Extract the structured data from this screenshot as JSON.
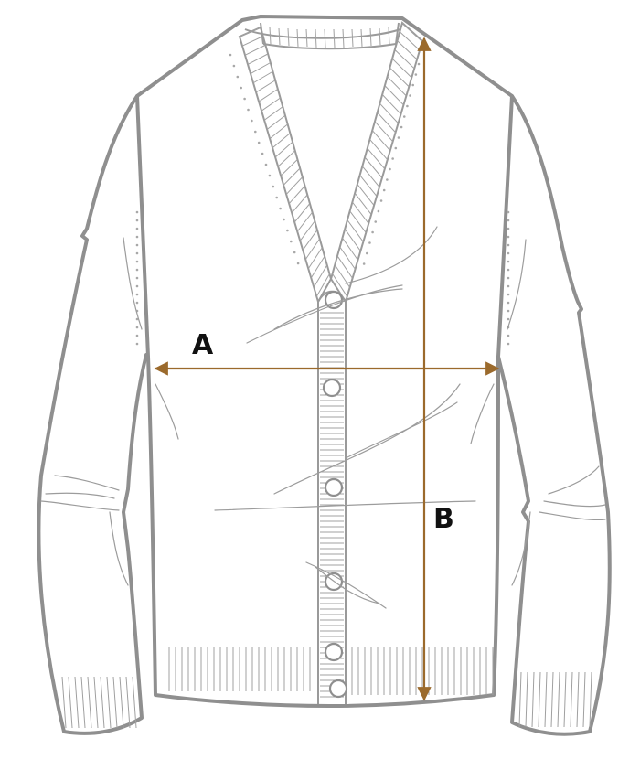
{
  "measurements": [
    {
      "label": "A"
    },
    {
      "label": "B"
    }
  ],
  "colors": {
    "measure_line": "#9b6a2c",
    "garment_outline": "#8f8f8f",
    "label_text": "#111111",
    "background": "#ffffff"
  },
  "icons": [
    "cardigan-sweater-illustration",
    "double-arrow-icon"
  ]
}
